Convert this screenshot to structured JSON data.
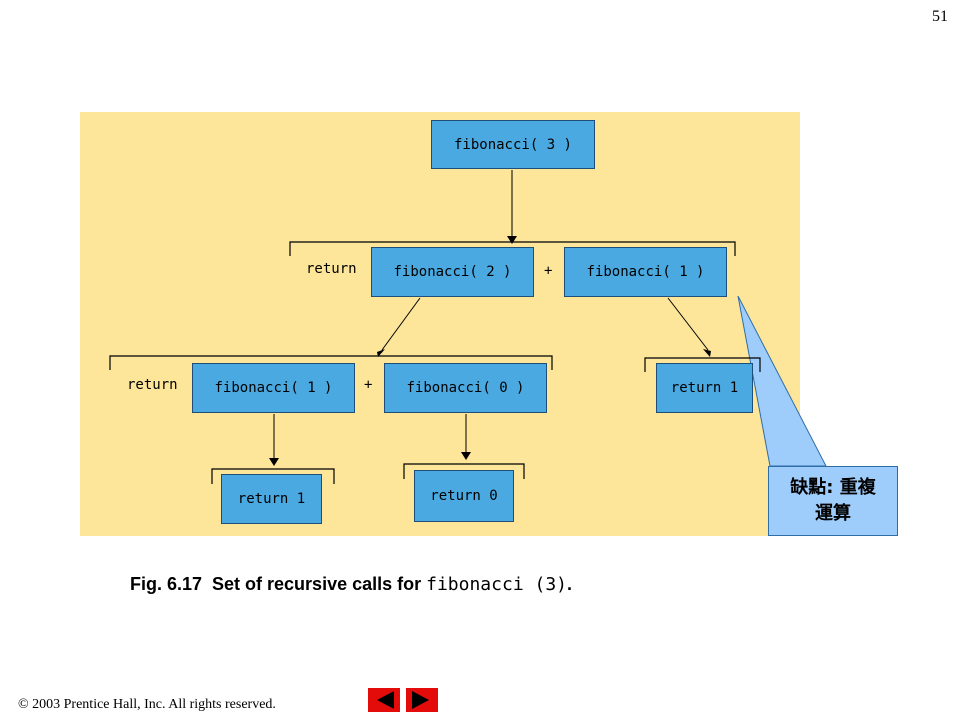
{
  "page": {
    "number": "51"
  },
  "diagram": {
    "root": "fibonacci( 3 )",
    "level1": {
      "return_label": "return",
      "left_call": "fibonacci( 2 )",
      "plus": "+",
      "right_call": "fibonacci( 1 )"
    },
    "level2": {
      "return_label": "return",
      "left_call": "fibonacci( 1 )",
      "plus": "+",
      "right_call": "fibonacci( 0 )",
      "right_result": "return 1"
    },
    "level3": {
      "left_result": "return 1",
      "right_result": "return 0"
    },
    "callout": {
      "line1": "缺點: 重複",
      "line2": "運算"
    }
  },
  "caption": {
    "prefix": "Fig. 6.17  Set of recursive calls for ",
    "code": "fibonacci (3)",
    "suffix": "."
  },
  "footer": {
    "copyright": "© 2003 Prentice Hall, Inc.  All rights reserved."
  },
  "navigation": {
    "prev_icon": "triangle-left-icon",
    "next_icon": "triangle-right-icon"
  },
  "colors": {
    "panel": "#fde59a",
    "box": "#4aa9e0",
    "callout": "#9fcdfb",
    "nav": "#e40b0b"
  }
}
